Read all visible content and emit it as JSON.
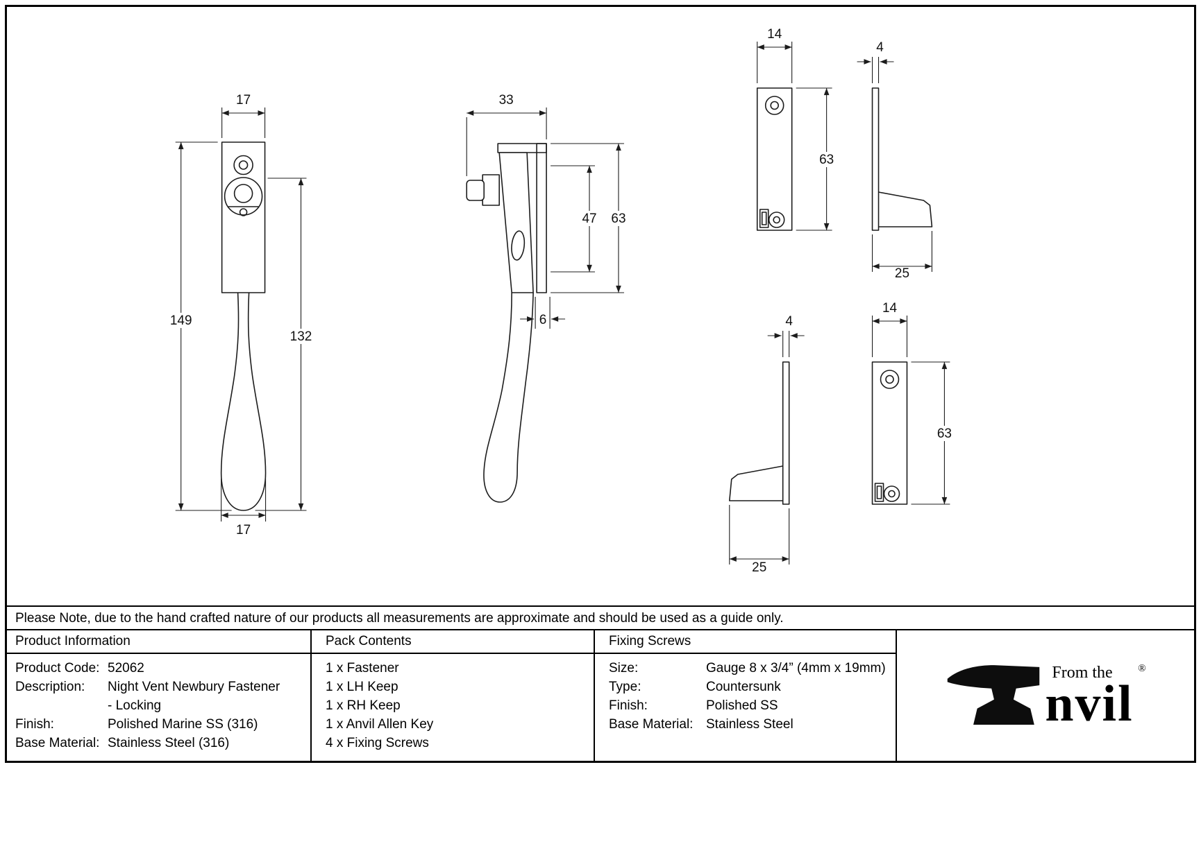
{
  "note": "Please Note, due to the hand crafted nature of our products all measurements are approximate and should be used as a guide only.",
  "drawings": {
    "fastener_front": {
      "width_top": "17",
      "height_total": "149",
      "height_handle": "132",
      "width_bottom": "17"
    },
    "fastener_side": {
      "depth": "33",
      "inner_height": "47",
      "keep_height": "63",
      "plate_thickness": "6"
    },
    "keep_front_top": {
      "width": "14",
      "height": "63"
    },
    "keep_side_top": {
      "thickness": "4",
      "depth": "25"
    },
    "keep_side_bottom": {
      "thickness": "4",
      "depth": "25"
    },
    "keep_front_bottom": {
      "width": "14",
      "height": "63"
    }
  },
  "table": {
    "product_information": {
      "header": "Product Information",
      "rows": [
        {
          "label": "Product Code:",
          "value": "52062"
        },
        {
          "label": "Description:",
          "value": "Night Vent Newbury Fastener",
          "value_line2": "- Locking"
        },
        {
          "label": "Finish:",
          "value": "Polished Marine SS (316)"
        },
        {
          "label": "Base Material:",
          "value": "Stainless Steel (316)"
        }
      ]
    },
    "pack_contents": {
      "header": "Pack Contents",
      "items": [
        "1 x Fastener",
        "1 x LH Keep",
        "1 x RH Keep",
        "1 x Anvil Allen Key",
        "4 x Fixing Screws"
      ]
    },
    "fixing_screws": {
      "header": "Fixing Screws",
      "rows": [
        {
          "label": "Size:",
          "value": "Gauge 8 x 3/4” (4mm x 19mm)"
        },
        {
          "label": "Type:",
          "value": "Countersunk"
        },
        {
          "label": "Finish:",
          "value": "Polished SS"
        },
        {
          "label": "Base Material:",
          "value": "Stainless Steel"
        }
      ]
    }
  },
  "logo": {
    "tagline": "From the",
    "name_suffix": "nvil",
    "registered": "®"
  }
}
